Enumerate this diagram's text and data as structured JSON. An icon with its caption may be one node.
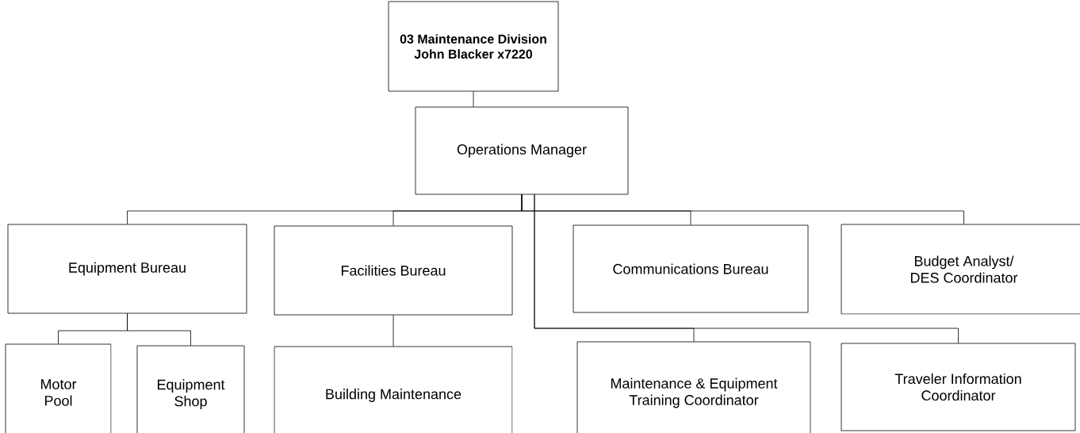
{
  "diagram": {
    "nodes": [
      {
        "text": [
          "03 Maintenance Division John Blacker x7220"
        ]
      },
      {
        "text": [
          "Operations Manager"
        ]
      },
      {
        "text": [
          "Equipment Bureau"
        ]
      },
      {
        "text": [
          "Facilities Bureau"
        ]
      },
      {
        "text": [
          "Communications Bureau"
        ]
      },
      {
        "text": [
          "Budget Analyst/ DES Coordinator"
        ]
      },
      {
        "text": [
          "Motor Pool"
        ]
      },
      {
        "text": [
          "Equipment Shop"
        ]
      },
      {
        "text": [
          "Building Maintenance"
        ]
      },
      {
        "text": [
          "Maintenance & Equipment Training Coordinator"
        ]
      },
      {
        "text": [
          "Traveler Information Coordinator"
        ]
      }
    ],
    "edges": [
      {
        "from": 0,
        "to": 1,
        "arrow": "none"
      },
      {
        "from": 1,
        "to": 2,
        "arrow": "none"
      },
      {
        "from": 1,
        "to": 3,
        "arrow": "none"
      },
      {
        "from": 1,
        "to": 4,
        "arrow": "none"
      },
      {
        "from": 1,
        "to": 5,
        "arrow": "none"
      },
      {
        "from": 1,
        "to": 9,
        "arrow": "none"
      },
      {
        "from": 1,
        "to": 10,
        "arrow": "none"
      },
      {
        "from": 2,
        "to": 6,
        "arrow": "none"
      },
      {
        "from": 2,
        "to": 7,
        "arrow": "none"
      },
      {
        "from": 3,
        "to": 8,
        "arrow": "none"
      }
    ]
  }
}
